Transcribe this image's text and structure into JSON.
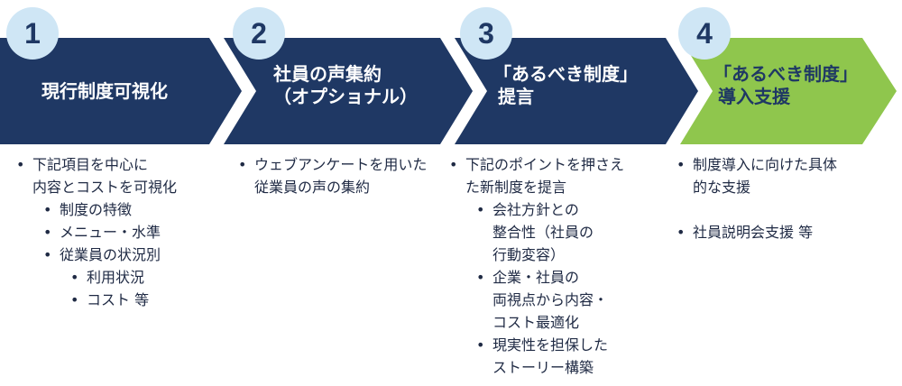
{
  "colors": {
    "chevron_dark": "#1f3864",
    "chevron_green": "#8fc64d",
    "circle": "#cfe6f5",
    "number": "#1f3864",
    "title_on_dark": "#ffffff",
    "title_on_green": "#1f3864",
    "body_text": "#1f2a44"
  },
  "steps": [
    {
      "number": "1",
      "title_lines": [
        "現行制度可視化"
      ],
      "bullets": [
        {
          "lines": [
            "下記項目を中心に",
            "内容とコストを可視化"
          ],
          "children": [
            {
              "lines": [
                "制度の特徴"
              ]
            },
            {
              "lines": [
                "メニュー・水準"
              ]
            },
            {
              "lines": [
                "従業員の状況別"
              ],
              "children": [
                {
                  "lines": [
                    "利用状況"
                  ]
                },
                {
                  "lines": [
                    "コスト 等"
                  ]
                }
              ]
            }
          ]
        }
      ]
    },
    {
      "number": "2",
      "title_lines": [
        "社員の声集約",
        "（オプショナル）"
      ],
      "bullets": [
        {
          "lines": [
            "ウェブアンケートを用いた",
            "従業員の声の集約"
          ]
        }
      ]
    },
    {
      "number": "3",
      "title_lines": [
        "「あるべき制度」",
        "提言"
      ],
      "bullets": [
        {
          "lines": [
            "下記のポイントを押さえ",
            "た新制度を提言"
          ],
          "children": [
            {
              "lines": [
                "会社方針との",
                "整合性（社員の",
                "行動変容）"
              ]
            },
            {
              "lines": [
                "企業・社員の",
                "両視点から内容・",
                "コスト最適化"
              ]
            },
            {
              "lines": [
                "現実性を担保した",
                "ストーリー構築"
              ]
            }
          ]
        }
      ]
    },
    {
      "number": "4",
      "title_lines": [
        "「あるべき制度」",
        "導入支援"
      ],
      "bullets": [
        {
          "lines": [
            "制度導入に向けた具体",
            "的な支援"
          ]
        },
        {
          "lines": [
            "社員説明会支援 等"
          ],
          "gap": true
        }
      ]
    }
  ]
}
